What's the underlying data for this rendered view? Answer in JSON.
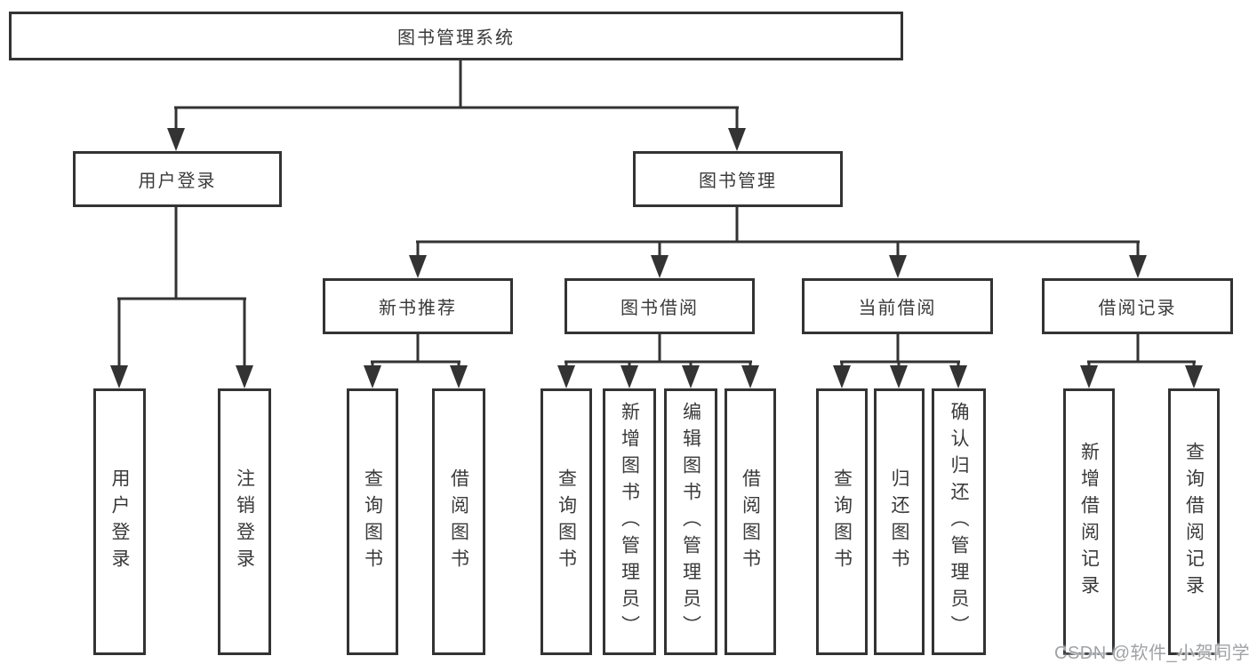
{
  "tree": {
    "label": "图书管理系统",
    "children": [
      {
        "label": "用户登录",
        "children": [
          {
            "label": "用户登录"
          },
          {
            "label": "注销登录"
          }
        ]
      },
      {
        "label": "图书管理",
        "children": [
          {
            "label": "新书推荐",
            "children": [
              {
                "label": "查询图书"
              },
              {
                "label": "借阅图书"
              }
            ]
          },
          {
            "label": "图书借阅",
            "children": [
              {
                "label": "查询图书"
              },
              {
                "label": "新增图书（管理员）"
              },
              {
                "label": "编辑图书（管理员）"
              },
              {
                "label": "借阅图书"
              }
            ]
          },
          {
            "label": "当前借阅",
            "children": [
              {
                "label": "查询图书"
              },
              {
                "label": "归还图书"
              },
              {
                "label": "确认归还（管理员）"
              }
            ]
          },
          {
            "label": "借阅记录",
            "children": [
              {
                "label": "新增借阅记录"
              },
              {
                "label": "查询借阅记录"
              }
            ]
          }
        ]
      }
    ]
  },
  "watermark": "CSDN @软件_小贺同学",
  "colors": {
    "line": "#333333",
    "box_border": "#333333",
    "box_background": "#ffffff",
    "text": "#3a3a3a",
    "watermark": "#9fa3a7",
    "page_background": "#ffffff"
  }
}
